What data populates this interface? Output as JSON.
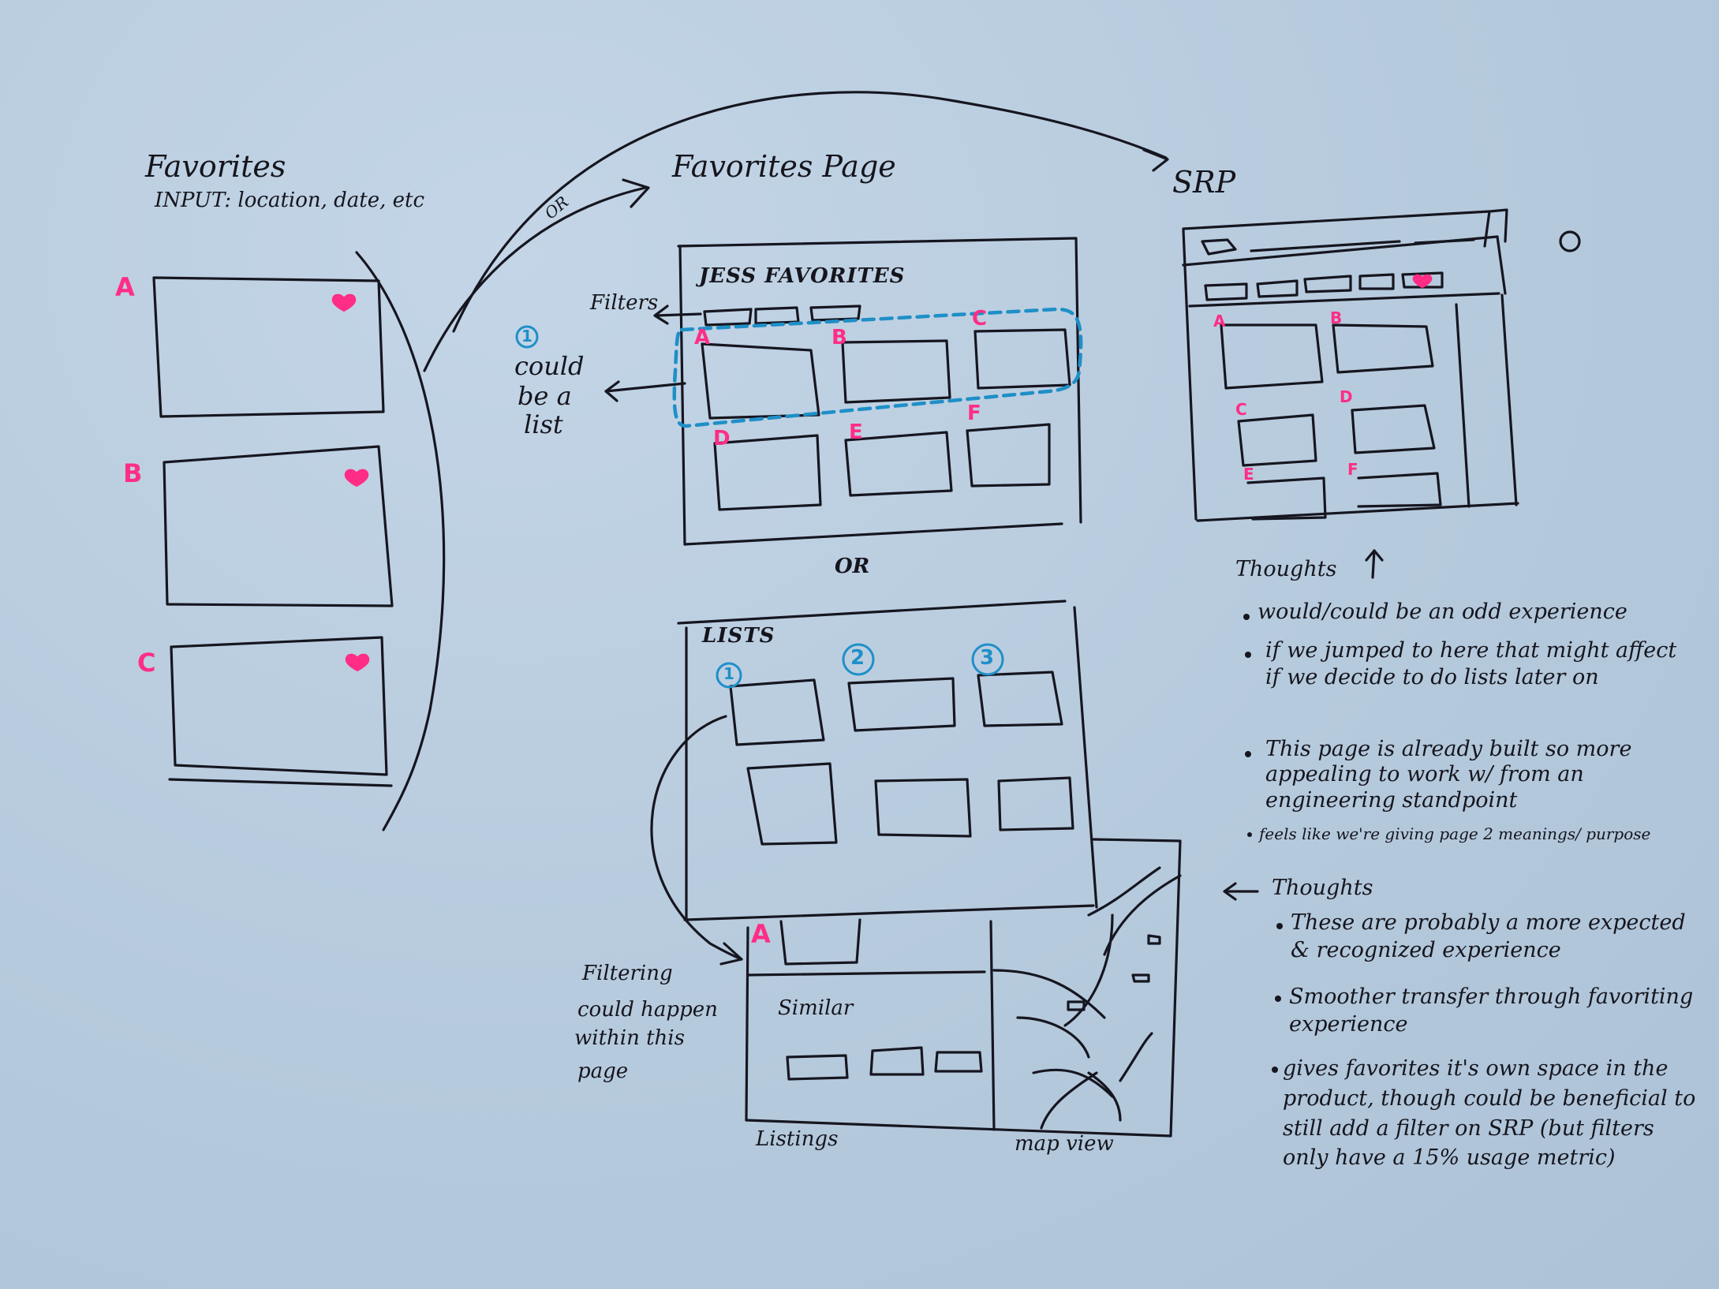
{
  "favorites": {
    "title": "Favorites",
    "input_label": "INPUT: location, date, etc",
    "cards": [
      {
        "letter": "A"
      },
      {
        "letter": "B"
      },
      {
        "letter": "C"
      }
    ]
  },
  "connector_or_label": "OR",
  "favorites_page": {
    "title": "Favorites Page",
    "header": "JESS FAVORITES",
    "filters_label": "Filters",
    "note_number": "1",
    "note": [
      "could",
      "be a",
      "list"
    ],
    "grid_letters": [
      "A",
      "B",
      "C",
      "D",
      "E",
      "F"
    ]
  },
  "between_or": "OR",
  "lists_page": {
    "title": "LISTS",
    "list_numbers": [
      "1",
      "2",
      "3"
    ]
  },
  "detail_page": {
    "letter": "A",
    "similar_label": "Similar",
    "listings_label": "Listings",
    "map_label": "map view",
    "filtering_note": [
      "Filtering",
      "could happen",
      "within this",
      "page"
    ]
  },
  "srp": {
    "title": "SRP",
    "grid_letters": [
      "A",
      "B",
      "C",
      "D",
      "E",
      "F"
    ],
    "thoughts_title": "Thoughts",
    "thoughts": [
      "would/could be an odd experience",
      "if we jumped to here that might affect if we decide to do lists later on",
      "This page is already built so more appealing to work w/ from an engineering standpoint",
      "feels like we're giving page 2 meanings/ purpose"
    ]
  },
  "thoughts2": {
    "title": "Thoughts",
    "items": [
      "These are probably a more expected & recognized experience",
      "Smoother transfer through favoriting experience",
      "gives favorites it's own space in the product, though could be beneficial to still add a filter on SRP (but filters only have a 15% usage metric)"
    ]
  },
  "colors": {
    "paper": "#b9cde0",
    "ink": "#161620",
    "pink": "#ff2d86",
    "blue": "#1f8fc7"
  }
}
